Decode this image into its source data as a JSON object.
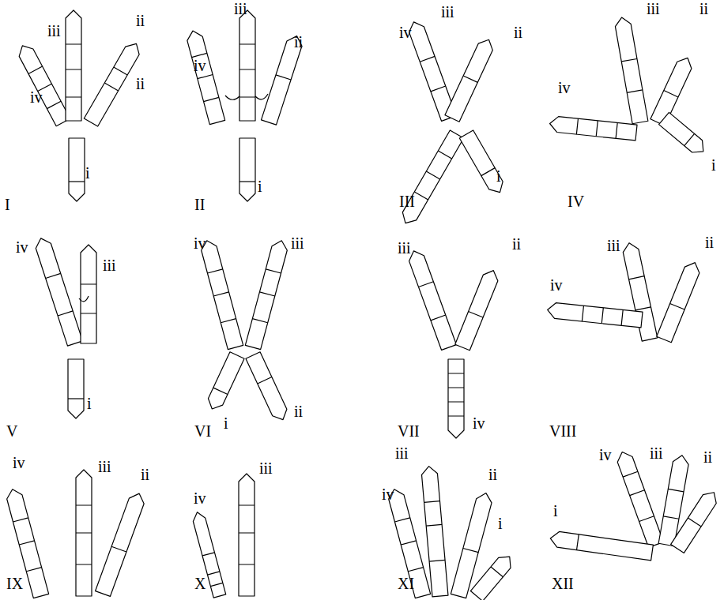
{
  "diagram": {
    "labels": [
      "iv",
      "iii",
      "ii",
      "ii",
      "i",
      "I",
      "iii",
      "iv",
      "ii",
      "i",
      "II",
      "iv",
      "iii",
      "ii",
      "i",
      "III",
      "iii",
      "ii",
      "iv",
      "i",
      "IV",
      "iv",
      "iii",
      "i",
      "V",
      "iv",
      "iii",
      "i",
      "ii",
      "VI",
      "iii",
      "ii",
      "iv",
      "VII",
      "iii",
      "ii",
      "iv",
      "VIII",
      "iv",
      "iii",
      "ii",
      "IX",
      "iv",
      "iii",
      "X",
      "iii",
      "iv",
      "ii",
      "i",
      "XI",
      "iv",
      "iii",
      "ii",
      "i",
      "XII"
    ]
  }
}
